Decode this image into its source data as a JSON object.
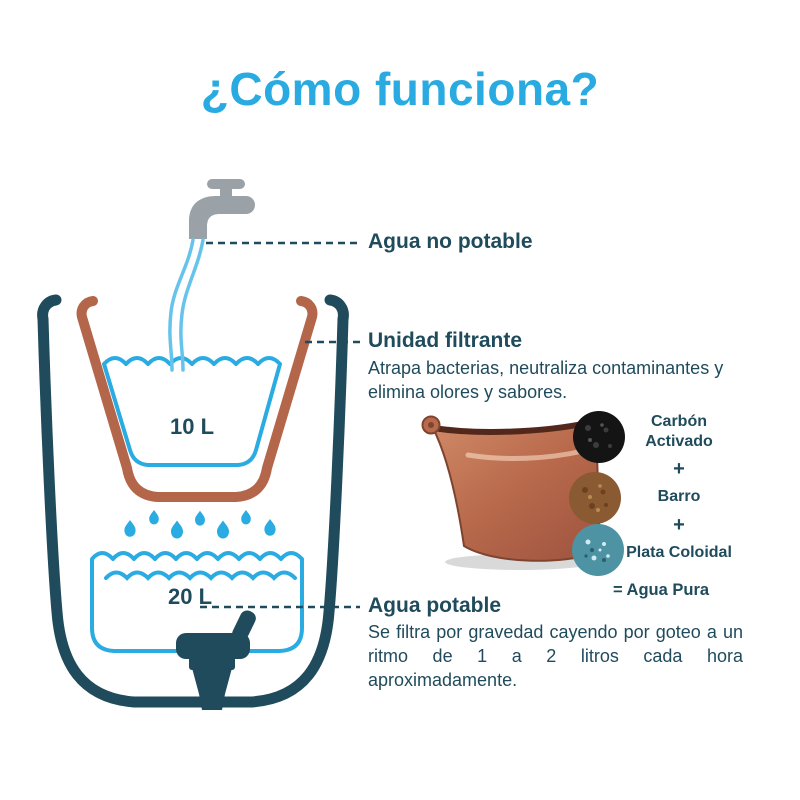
{
  "title": "¿Cómo funciona?",
  "diagram": {
    "capacity_filter": "10 L",
    "capacity_reservoir": "20 L"
  },
  "annotations": {
    "no_potable": {
      "label": "Agua no potable"
    },
    "filtrante": {
      "label": "Unidad filtrante",
      "description": "Atrapa bacterias, neutraliza contaminantes y elimina olores y sabores."
    },
    "potable": {
      "label": "Agua potable",
      "description": "Se filtra por gravedad cayendo por goteo a un ritmo de 1 a 2 litros cada hora aproximadamente."
    }
  },
  "materials": {
    "carbon": "Carbón Activado",
    "plus": "+",
    "barro": "Barro",
    "plata": "Plata Coloidal",
    "result": "= Agua Pura"
  },
  "icons": {
    "faucet": "faucet-icon",
    "water_drop": "water-drop-icon",
    "spigot": "spigot-icon",
    "filter_pot": "filter-pot-image"
  },
  "colors": {
    "title_blue": "#29abe2",
    "text_teal": "#1f4b5c",
    "terracotta": "#b4664a",
    "water_blue": "#2aabe2",
    "faucet_gray": "#9aa2a8"
  }
}
